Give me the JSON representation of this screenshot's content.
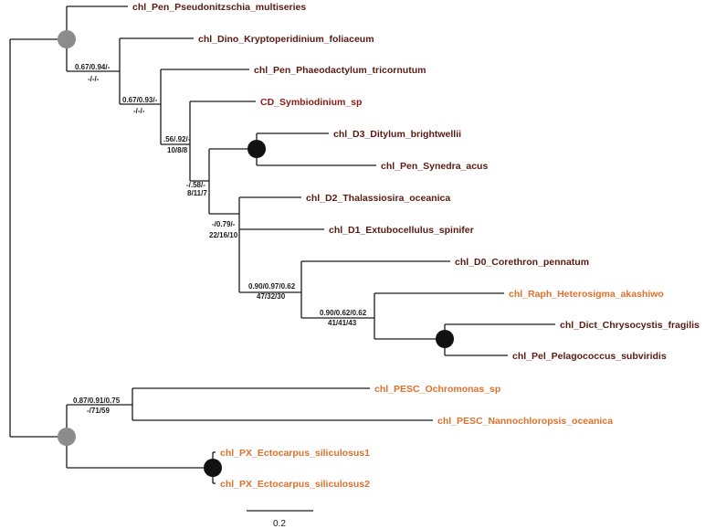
{
  "colors": {
    "branch": "#1a1a1a",
    "leaf_dark": "#5a1a10",
    "leaf_red": "#8b1a12",
    "leaf_orange": "#e0702a",
    "node_gray": "#8c8c8c",
    "node_black": "#111111"
  },
  "leaves": [
    {
      "id": "pseudonitzschia",
      "label": "chl_Pen_Pseudonitzschia_multiseries",
      "color": "dark"
    },
    {
      "id": "kryptoperidinium",
      "label": "chl_Dino_Kryptoperidinium_foliaceum",
      "color": "dark"
    },
    {
      "id": "phaeodactylum",
      "label": "chl_Pen_Phaeodactylum_tricornutum",
      "color": "dark"
    },
    {
      "id": "symbiodinium",
      "label": "CD_Symbiodinium_sp",
      "color": "red"
    },
    {
      "id": "ditylum",
      "label": "chl_D3_Ditylum_brightwellii",
      "color": "dark"
    },
    {
      "id": "synedra",
      "label": "chl_Pen_Synedra_acus",
      "color": "dark"
    },
    {
      "id": "thalassiosira",
      "label": "chl_D2_Thalassiosira_oceanica",
      "color": "dark"
    },
    {
      "id": "extubocellulus",
      "label": "chl_D1_Extubocellulus_spinifer",
      "color": "dark"
    },
    {
      "id": "corethron",
      "label": "chl_D0_Corethron_pennatum",
      "color": "dark"
    },
    {
      "id": "heterosigma",
      "label": "chl_Raph_Heterosigma_akashiwo",
      "color": "orange"
    },
    {
      "id": "chrysocystis",
      "label": "chl_Dict_Chrysocystis_fragilis",
      "color": "dark"
    },
    {
      "id": "pelagococcus",
      "label": "chl_Pel_Pelagococcus_subviridis",
      "color": "dark"
    },
    {
      "id": "ochromonas",
      "label": "chl_PESC_Ochromonas_sp",
      "color": "orange"
    },
    {
      "id": "nannochloropsis",
      "label": "chl_PESC_Nannochloropsis_oceanica",
      "color": "orange"
    },
    {
      "id": "ectocarpus1",
      "label": "chl_PX_Ectocarpus_siliculosus1",
      "color": "orange"
    },
    {
      "id": "ectocarpus2",
      "label": "chl_PX_Ectocarpus_siliculosus2",
      "color": "orange"
    }
  ],
  "supports": [
    {
      "id": "n1",
      "top": "0.67/0.94/-",
      "bottom": "-/-/-"
    },
    {
      "id": "n2",
      "top": "0.67/0.93/-",
      "bottom": "-/-/-"
    },
    {
      "id": "n3",
      "top": ".56/.92/-",
      "bottom": "10/8/8"
    },
    {
      "id": "n4",
      "top": "-/.58/-",
      "bottom": "8/11/7"
    },
    {
      "id": "n5",
      "top": "-/0.79/-",
      "bottom": "22/16/10"
    },
    {
      "id": "n6",
      "top": "0.90/0.97/0.62",
      "bottom": "47/32/30"
    },
    {
      "id": "n7",
      "top": "0.90/0.62/0.62",
      "bottom": "41/41/43"
    },
    {
      "id": "n8",
      "top": "0.87/0.91/0.75",
      "bottom": "-/71/59"
    }
  ],
  "scale_bar": {
    "label": "0.2"
  }
}
